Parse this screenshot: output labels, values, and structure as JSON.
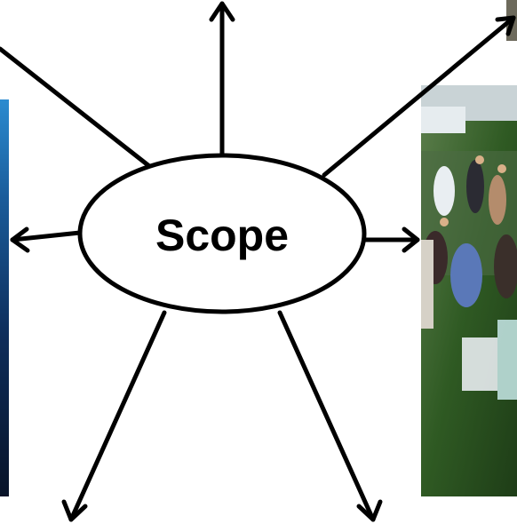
{
  "center_node": {
    "label": "Scope"
  },
  "photos": {
    "left": "ocean-photo",
    "right": "outdoor-party-photo",
    "top_right": "partial-photo"
  },
  "colors": {
    "stroke": "#000000",
    "background": "#ffffff",
    "ocean_top": "#2a7fc0",
    "ocean_bottom": "#0a1a3a",
    "grass": "#2f5a23"
  }
}
